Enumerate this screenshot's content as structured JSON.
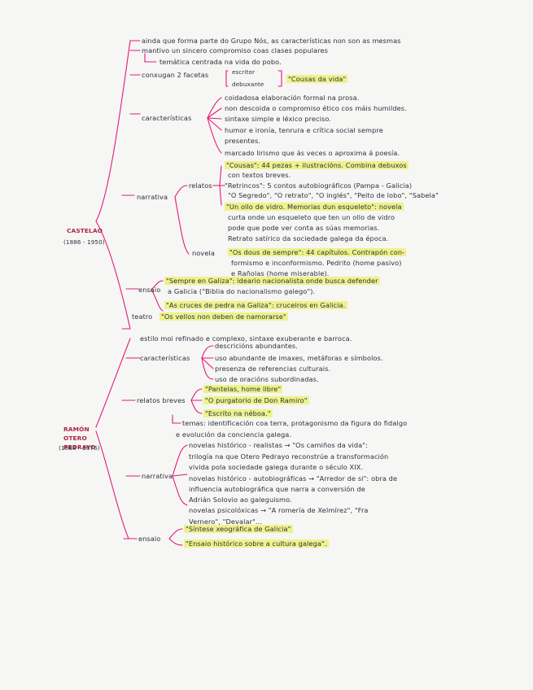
{
  "castelao": {
    "name": "CASTELAO",
    "years": "(1886 - 1950)",
    "intro": [
      "ainda que forma parte do Grupo Nós, as características non son as mesmas",
      "mantivo un sincero compromiso coas clases populares",
      "temática centrada na vida do pobo."
    ],
    "facetas_label": "conxugan 2 facetas",
    "facetas": [
      "escritor",
      "debuxante"
    ],
    "facetas_result": "\"Cousas da vida\"",
    "caracteristicas_label": "características",
    "caracteristicas": [
      "coidadosa elaboración formal na prosa.",
      "non descoida o compromiso ético cos máis humildes.",
      "sintaxe simple e léxico preciso.",
      "humor e ironía, tenrura e crítica social sempre",
      "presentes.",
      "marcado lirismo que ás veces o aproxima á poesía."
    ],
    "narrativa_label": "narrativa",
    "relatos_label": "relatos",
    "relatos": [
      "\"Cousas\": 44 pezas + ilustracións. Combina debuxos",
      "con textos breves.",
      "\"Retrincos\": 5 contos autobiográficos (Pampa - Galicia)",
      "\"O Segredo\", \"O retrato\", \"O inglés\", \"Peito de lobo\", \"Sabela\"",
      "\"Un ollo de vidro. Memorias dun esqueleto\": novela",
      "curta onde un esqueleto que ten un ollo de vidro",
      "pode que pode ver conta as súas memorias.",
      "Retrato satírico da sociedade galega da época."
    ],
    "novela_label": "novela",
    "novela": [
      "\"Os dous de sempre\": 44 capítulos. Contrapón con-",
      "formismo e inconformismo. Pedrito (home pasivo)",
      "e Rañolas (home miserable)."
    ],
    "ensaio_label": "ensaio",
    "ensaio": [
      "\"Sempre en Galiza\": ideario nacionalista onde busca defender",
      "a Galicia (\"Biblia do nacionalismo galego\").",
      "\"As cruces de pedra na Galiza\": cruceiros en Galicia."
    ],
    "teatro_label": "teatro",
    "teatro": "\"Os vellos non deben de namorarse\""
  },
  "otero": {
    "name": "RAMÓN OTERO PEDRAYO",
    "years": "(1888 - 1976)",
    "estilo": "estilo moi refinado e complexo, sintaxe exuberante e barroca.",
    "caracteristicas_label": "características",
    "caracteristicas": [
      "descricións abundantes.",
      "uso abundante de imaxes, metáforas e símbolos.",
      "presenza de referencias culturais.",
      "uso de oracións subordinadas."
    ],
    "relatos_label": "relatos breves",
    "relatos": [
      "\"Pantelas, home libre\"",
      "\"O purgatorio de Don Ramiro\"",
      "\"Escrito na néboa.\""
    ],
    "temas": [
      "temas: identificación coa terra, protagonismo da figura do fidalgo",
      "e evolución da conciencia galega."
    ],
    "narrativa_label": "narrativa",
    "narrativa": [
      "novelas histórico - realistas → \"Os camiños da vida\":",
      "trilogía na que Otero Pedrayo reconstrúe a transformación",
      "vivida pola sociedade galega durante o século XIX.",
      "novelas histórico - autobiográficas → \"Arredor de si\": obra de",
      "influencia autobiográfica que narra a conversión de",
      "Adrián Solovio ao galeguismo.",
      "novelas psicolóxicas → \"A romería de Xelmírez\", \"Fra",
      "Vernero\", \"Devalar\"..."
    ],
    "ensaio_label": "ensaio",
    "ensaio": [
      "\"Síntese xeográfica de Galicia\"",
      "\"Ensaio histórico sobre a cultura galega\"."
    ]
  },
  "colors": {
    "ink": "#2d3140",
    "pen": "#e4197f",
    "highlight": "#eef28a",
    "author": "#b0224c"
  }
}
